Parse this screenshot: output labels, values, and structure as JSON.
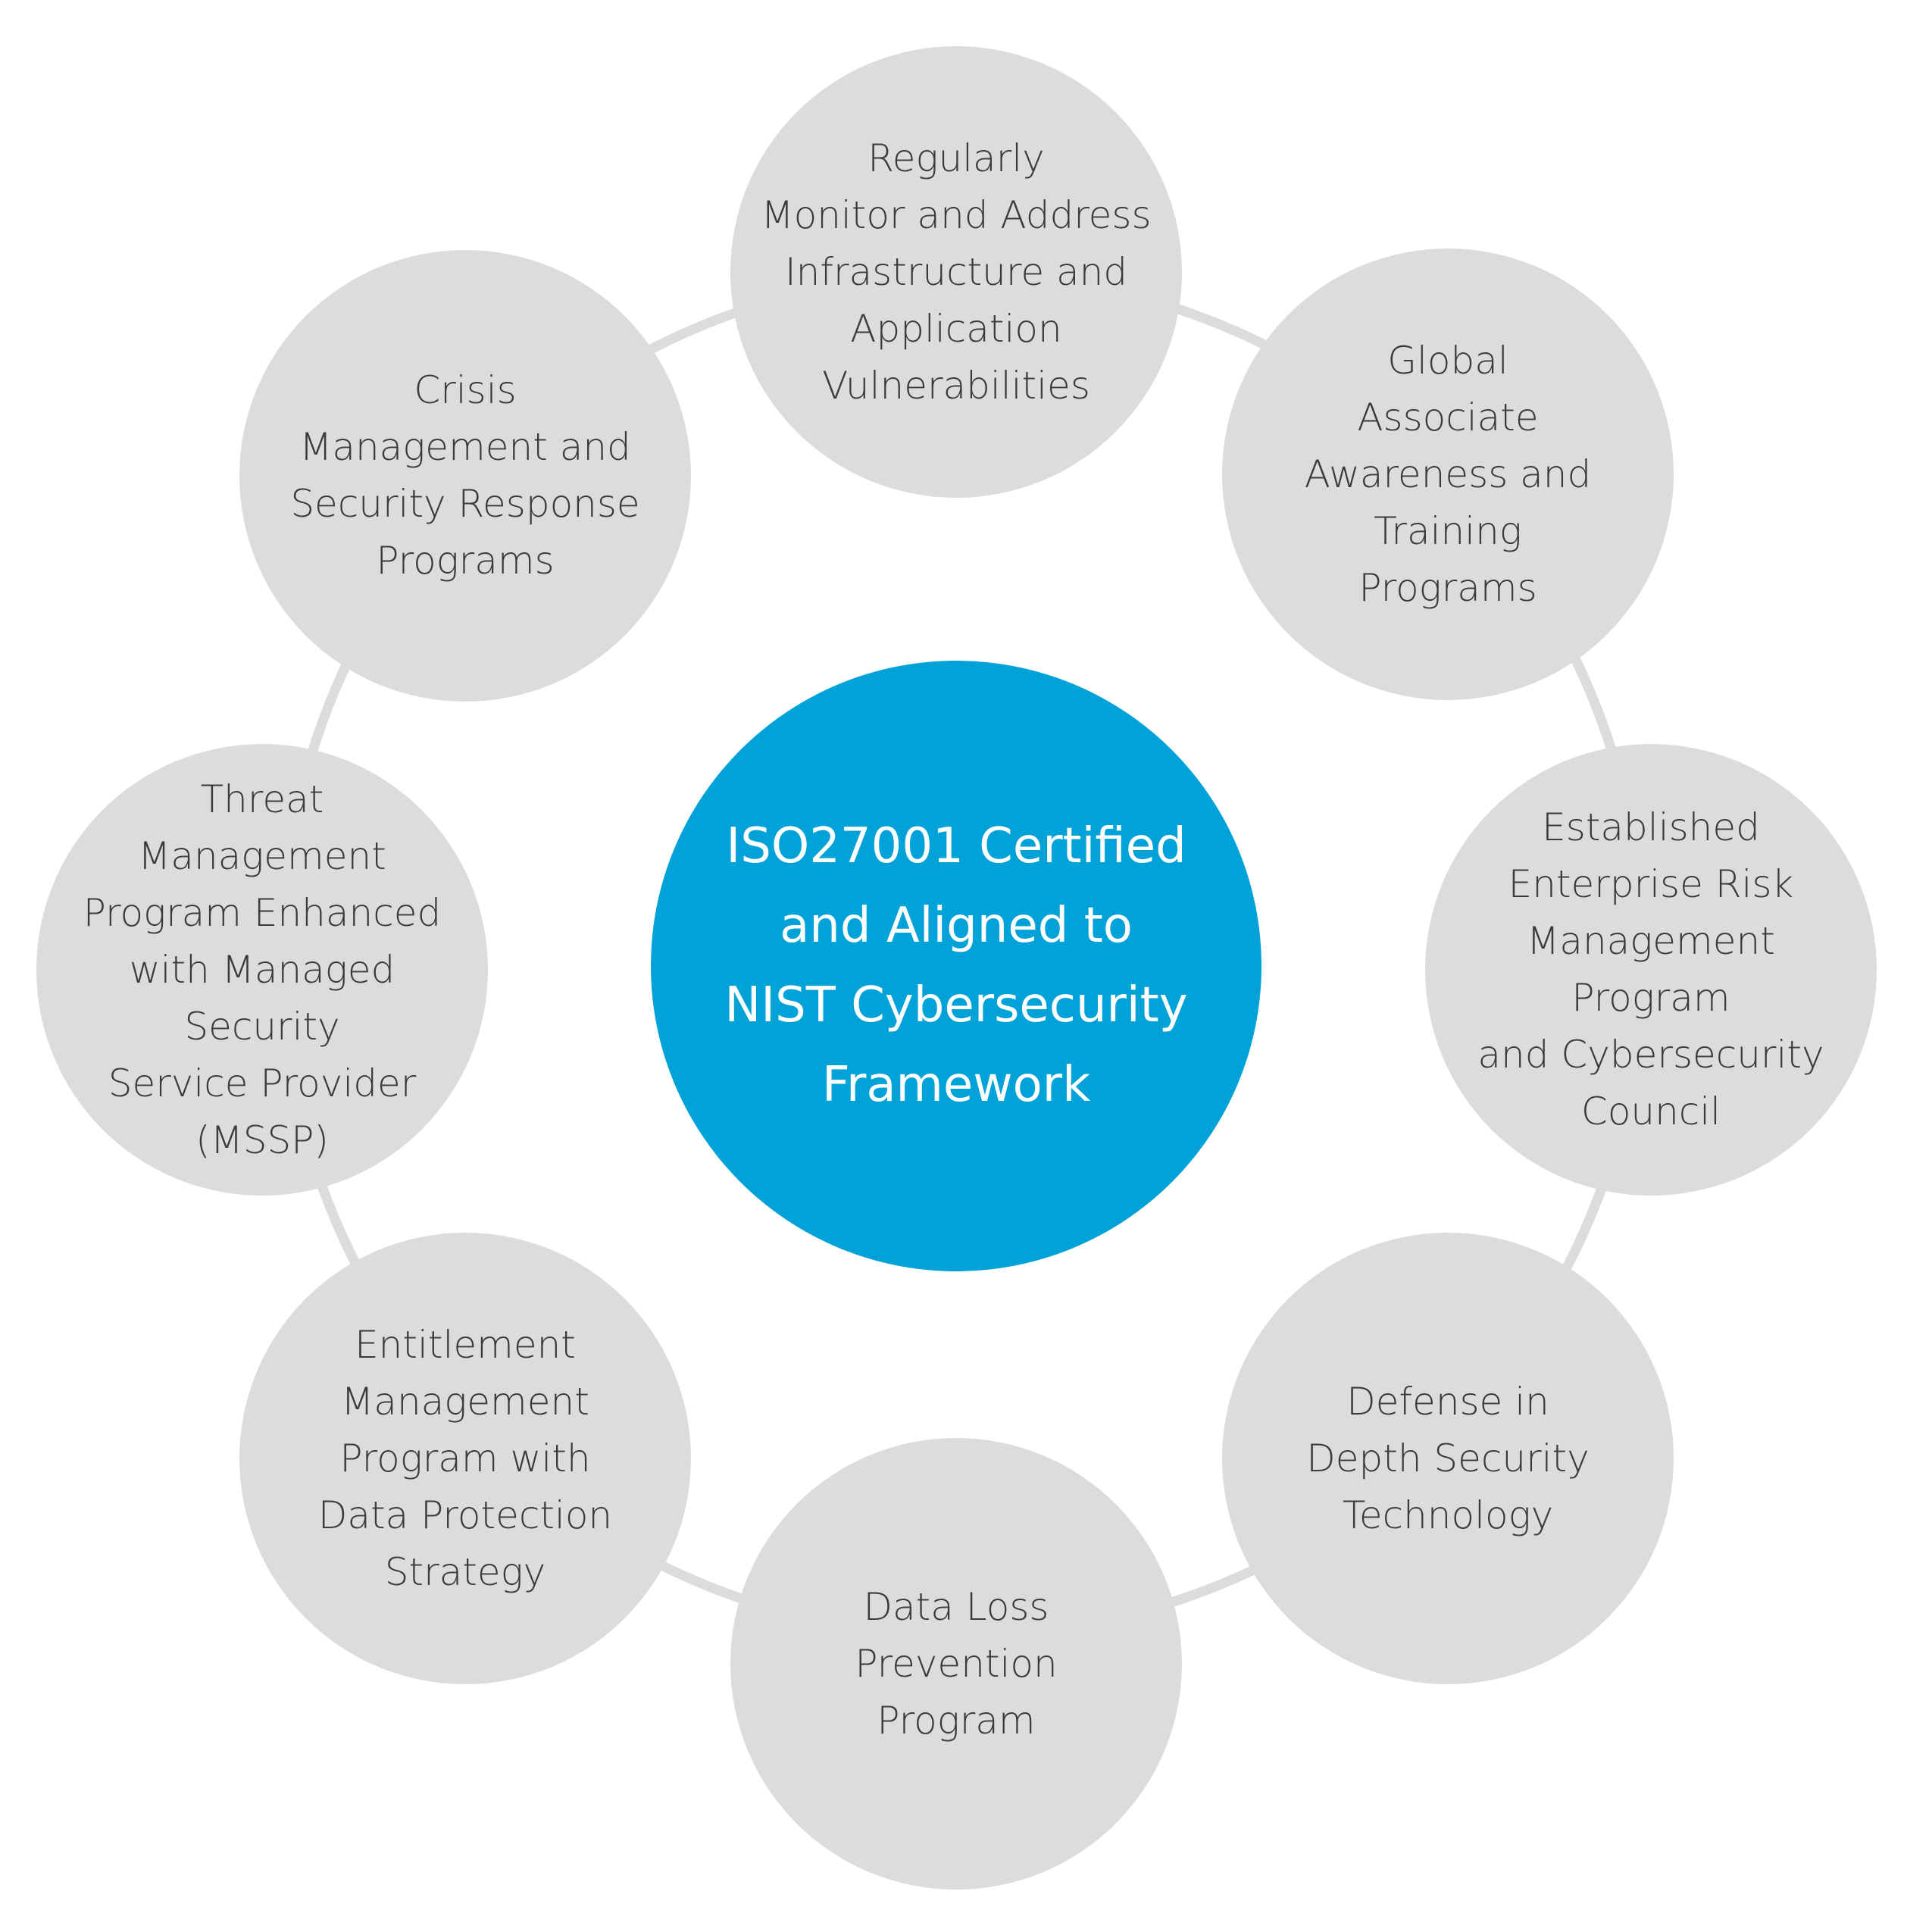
{
  "diagram": {
    "center": {
      "label": "ISO27001 Certified\nand Aligned to\nNIST Cybersecurity\nFramework"
    },
    "nodes": [
      {
        "label": "Regularly\nMonitor and Address\nInfrastructure and\nApplication\nVulnerabilities"
      },
      {
        "label": "Global\nAssociate\nAwareness and\nTraining\nPrograms"
      },
      {
        "label": "Established\nEnterprise Risk\nManagement Program\nand Cybersecurity\nCouncil"
      },
      {
        "label": "Defense in\nDepth Security\nTechnology"
      },
      {
        "label": "Data Loss\nPrevention\nProgram"
      },
      {
        "label": "Entitlement\nManagement\nProgram with\nData Protection\nStrategy"
      },
      {
        "label": "Threat\nManagement\nProgram Enhanced\nwith Managed Security\nService Provider\n(MSSP)"
      },
      {
        "label": "Crisis\nManagement and\nSecurity Response\nPrograms"
      }
    ],
    "colors": {
      "center_fill": "#00a2d7",
      "node_fill": "#dcdcdc",
      "ring_stroke": "#dcdcdc",
      "node_text": "#3a3a3a",
      "center_text": "#ffffff"
    }
  }
}
